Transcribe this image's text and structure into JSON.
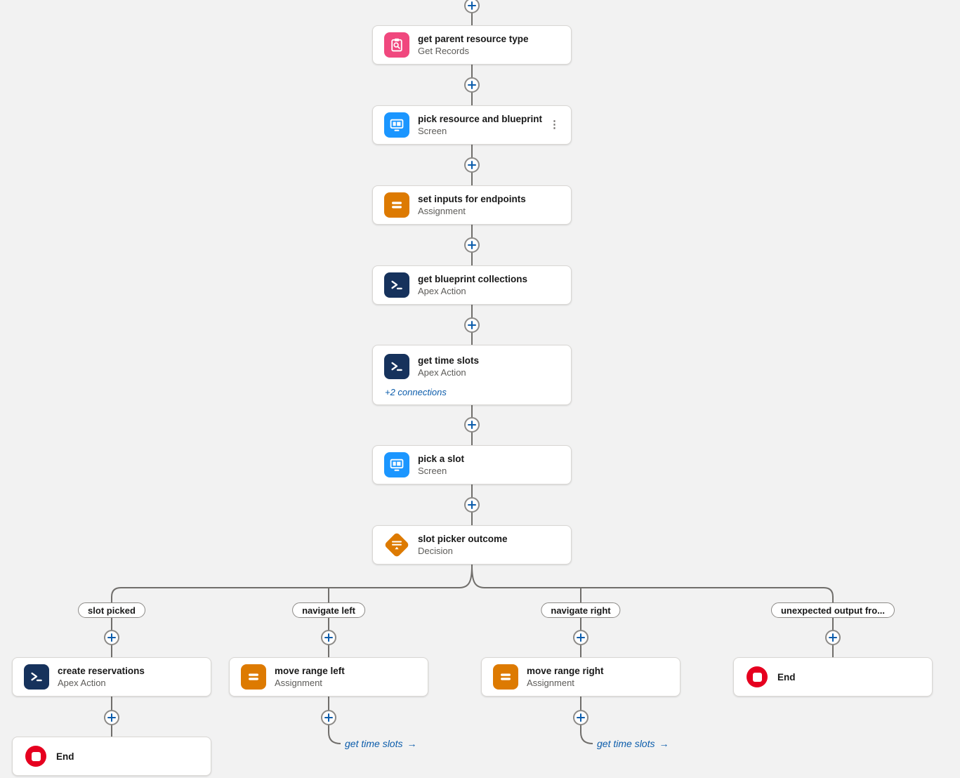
{
  "canvas": {
    "background": "#f2f2f2",
    "connector_color": "#706e6b"
  },
  "palette": {
    "get_records_pink": "#f0487e",
    "screen_blue": "#1b96ff",
    "assignment_orange": "#dd7a01",
    "apex_navy": "#16325c",
    "decision_orange": "#dd7a01",
    "end_red": "#e6001f",
    "link_blue": "#0b5cab",
    "plus_blue": "#0b5cab"
  },
  "main_nodes": [
    {
      "title": "get parent resource type",
      "type": "Get Records",
      "icon": "get-records-icon"
    },
    {
      "title": "pick resource and blueprint",
      "type": "Screen",
      "icon": "screen-icon",
      "menu_icon": "⋮"
    },
    {
      "title": "set inputs for endpoints",
      "type": "Assignment",
      "icon": "assignment-icon"
    },
    {
      "title": "get blueprint collections",
      "type": "Apex Action",
      "icon": "apex-action-icon"
    },
    {
      "title": "get time slots",
      "type": "Apex Action",
      "icon": "apex-action-icon",
      "connections_link": "+2 connections"
    },
    {
      "title": "pick a slot",
      "type": "Screen",
      "icon": "screen-icon"
    },
    {
      "title": "slot picker outcome",
      "type": "Decision",
      "icon": "decision-icon"
    }
  ],
  "branches": [
    {
      "label": "slot picked",
      "node": {
        "title": "create reservations",
        "type": "Apex Action",
        "icon": "apex-action-icon"
      },
      "end_label": "End"
    },
    {
      "label": "navigate left",
      "node": {
        "title": "move range left",
        "type": "Assignment",
        "icon": "assignment-icon"
      },
      "goto": {
        "label": "get time slots",
        "arrow": "→"
      }
    },
    {
      "label": "navigate right",
      "node": {
        "title": "move range right",
        "type": "Assignment",
        "icon": "assignment-icon"
      },
      "goto": {
        "label": "get time slots",
        "arrow": "→"
      }
    },
    {
      "label": "unexpected output fro...",
      "end_label": "End"
    }
  ]
}
